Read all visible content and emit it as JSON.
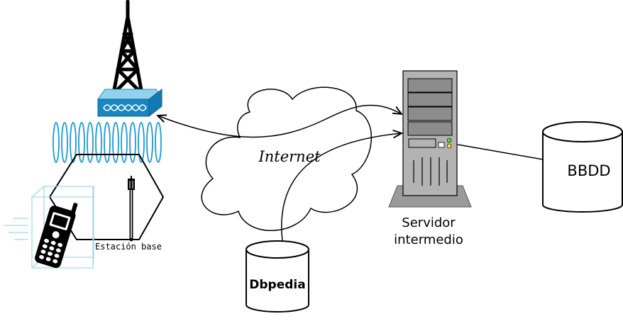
{
  "labels": {
    "internet": "Internet",
    "estacion_base": "Estación base",
    "servidor_line1": "Servidor",
    "servidor_line2": "intermedio",
    "bbdd": "BBDD",
    "dbpedia": "Dbpedia"
  },
  "colors": {
    "stroke": "#000000",
    "antenna_blue": "#1a9ad6",
    "antenna_box": "#2aa6dc",
    "light_cyan": "#8fd3ee",
    "server_gray": "#b3b3b3",
    "server_dark": "#808080",
    "led_green": "#6bd12e",
    "led_yellow": "#f2e23a"
  },
  "icons": {
    "tower": "radio-tower-icon",
    "phone": "mobile-phone-icon",
    "server": "server-tower-icon"
  }
}
